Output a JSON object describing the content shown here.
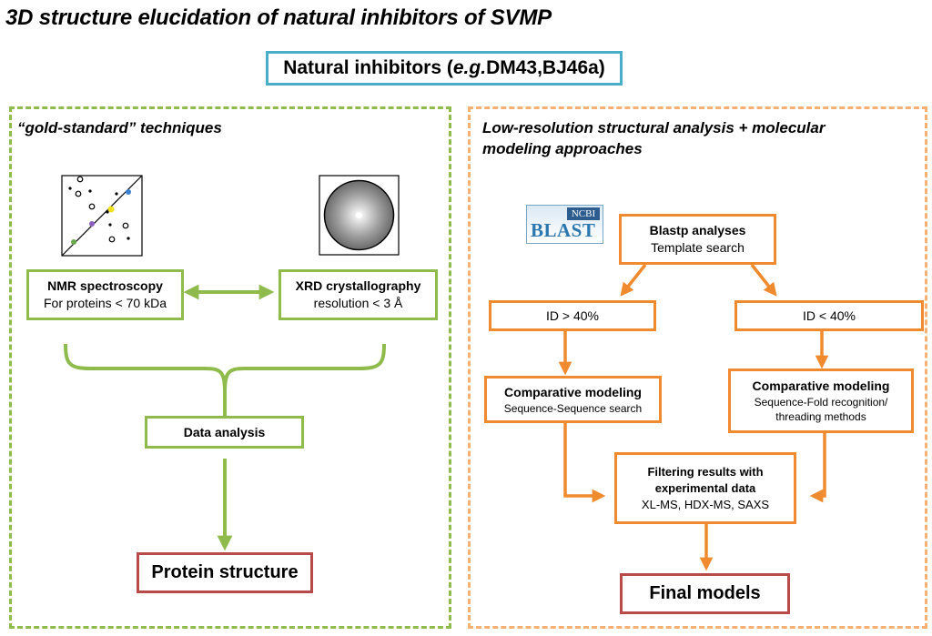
{
  "title": "3D structure elucidation of natural inhibitors of SVMP",
  "top_box": {
    "prefix": "Natural inhibitors (",
    "eg": "e.g.",
    "suffix": " DM43,BJ46a)"
  },
  "left_panel": {
    "title": "“gold-standard” techniques",
    "nmr": {
      "title": "NMR spectroscopy",
      "subtitle": "For proteins < 70 kDa"
    },
    "xrd": {
      "title": "XRD crystallography",
      "subtitle": "resolution < 3 Å"
    },
    "data_analysis": "Data analysis",
    "result": "Protein structure"
  },
  "right_panel": {
    "title_line1": "Low-resolution structural analysis + molecular",
    "title_line2": "modeling approaches",
    "blast_logo": {
      "ncbi": "NCBI",
      "word": "BLAST"
    },
    "blastp": {
      "title": "Blastp analyses",
      "subtitle": "Template search"
    },
    "id_high": "ID > 40%",
    "id_low": "ID < 40%",
    "comp_left": {
      "title": "Comparative modeling",
      "subtitle": "Sequence-Sequence search"
    },
    "comp_right": {
      "title": "Comparative modeling",
      "subtitle1": "Sequence-Fold recognition/",
      "subtitle2": "threading methods"
    },
    "filter": {
      "title1": "Filtering results with",
      "title2": "experimental data",
      "subtitle": "XL-MS, HDX-MS, SAXS"
    },
    "result": "Final models"
  },
  "colors": {
    "green": "#8fbb4c",
    "orange": "#f08a2e",
    "red": "#b94a4a",
    "blue": "#4aaec8",
    "orange_dashed": "#f6b073"
  }
}
